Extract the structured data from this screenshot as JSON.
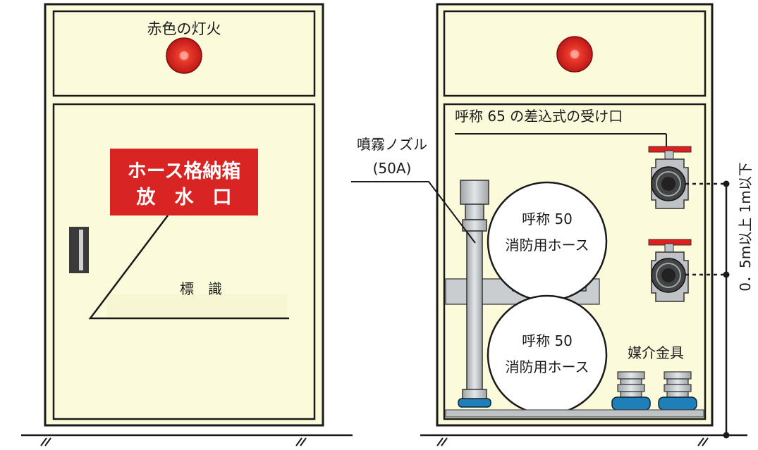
{
  "left_cabinet": {
    "lamp_label": "赤色の灯火",
    "sign_line1": "ホース格納箱",
    "sign_line2": "放　水　口",
    "sign_caption": "標　識"
  },
  "right_cabinet": {
    "inlet_label": "呼称 65 の差込式の受け口",
    "nozzle_label_line1": "噴霧ノズル",
    "nozzle_label_line2": "(50A)",
    "hose_upper_line1": "呼称 50",
    "hose_upper_line2": "消防用ホース",
    "hose_lower_line1": "呼称 50",
    "hose_lower_line2": "消防用ホース",
    "coupling_label": "媒介金具",
    "height_label": "0．5m以上 1m以下"
  },
  "colors": {
    "cabinet_fill": "#fbfbdc",
    "frame": "#1a1a1a",
    "lamp_red": "#e32222",
    "sign_red": "#d92424",
    "valve_red": "#e01e1e",
    "coupling_blue": "#1f7fb8",
    "shelf_gray": "#c9cdd0",
    "metal_gray": "#bfc3c6"
  }
}
